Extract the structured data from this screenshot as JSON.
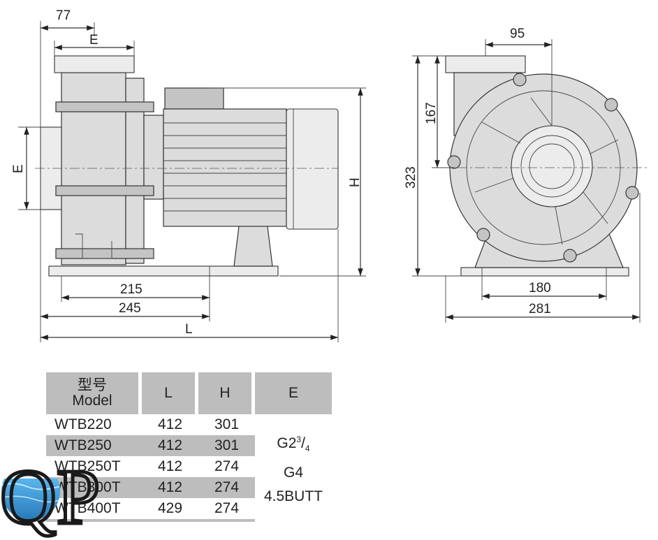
{
  "side_view": {
    "dim_77": "77",
    "dim_E_top": "E",
    "dim_E_left": "E",
    "dim_H": "H",
    "dim_215": "215",
    "dim_245": "245",
    "dim_L": "L"
  },
  "front_view": {
    "dim_95": "95",
    "dim_167": "167",
    "dim_323": "323",
    "dim_180": "180",
    "dim_281": "281"
  },
  "table": {
    "headers": {
      "model_cn": "型号",
      "model_en": "Model",
      "L": "L",
      "H": "H",
      "E": "E"
    },
    "rows": [
      {
        "model": "WTB220",
        "L": "412",
        "H": "301"
      },
      {
        "model": "WTB250",
        "L": "412",
        "H": "301"
      },
      {
        "model": "WTB250T",
        "L": "412",
        "H": "274"
      },
      {
        "model": "WTB300T",
        "L": "412",
        "H": "274"
      },
      {
        "model": "WTB400T",
        "L": "429",
        "H": "274"
      }
    ],
    "e_values": {
      "first_base": "G2",
      "first_sup": "3",
      "first_sub": "4",
      "second": "G4",
      "third": "4.5BUTT"
    }
  },
  "logo": {
    "text": "QP",
    "water_color": "#2f8fd0"
  }
}
